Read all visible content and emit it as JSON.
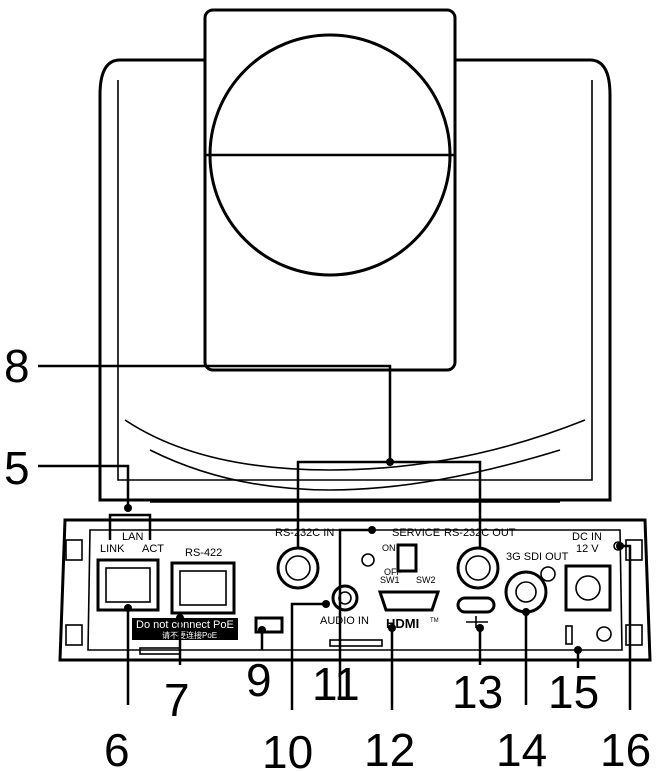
{
  "port_labels": {
    "lan": "LAN",
    "link": "LINK",
    "act": "ACT",
    "rs422": "RS-422",
    "poe_warning_en": "Do not connect PoE",
    "poe_warning_cn": "请不要连接PoE",
    "rs232c_in": "RS-232C IN",
    "service": "SERVICE",
    "on": "ON",
    "off": "OFF",
    "sw1": "SW1",
    "sw2": "SW2",
    "rs232c_out": "RS-232C OUT",
    "audio_in": "AUDIO IN",
    "hdmi": "HDMI",
    "hdmi_tm": "TM",
    "sdi_out": "3G SDI OUT",
    "dc_in": "DC IN",
    "dc_voltage": "12 V"
  },
  "callouts": {
    "c5": "5",
    "c6": "6",
    "c7": "7",
    "c8": "8",
    "c9": "9",
    "c10": "10",
    "c11": "11",
    "c12": "12",
    "c13": "13",
    "c14": "14",
    "c15": "15",
    "c16": "16"
  },
  "colors": {
    "line": "#000000",
    "background": "#ffffff"
  }
}
